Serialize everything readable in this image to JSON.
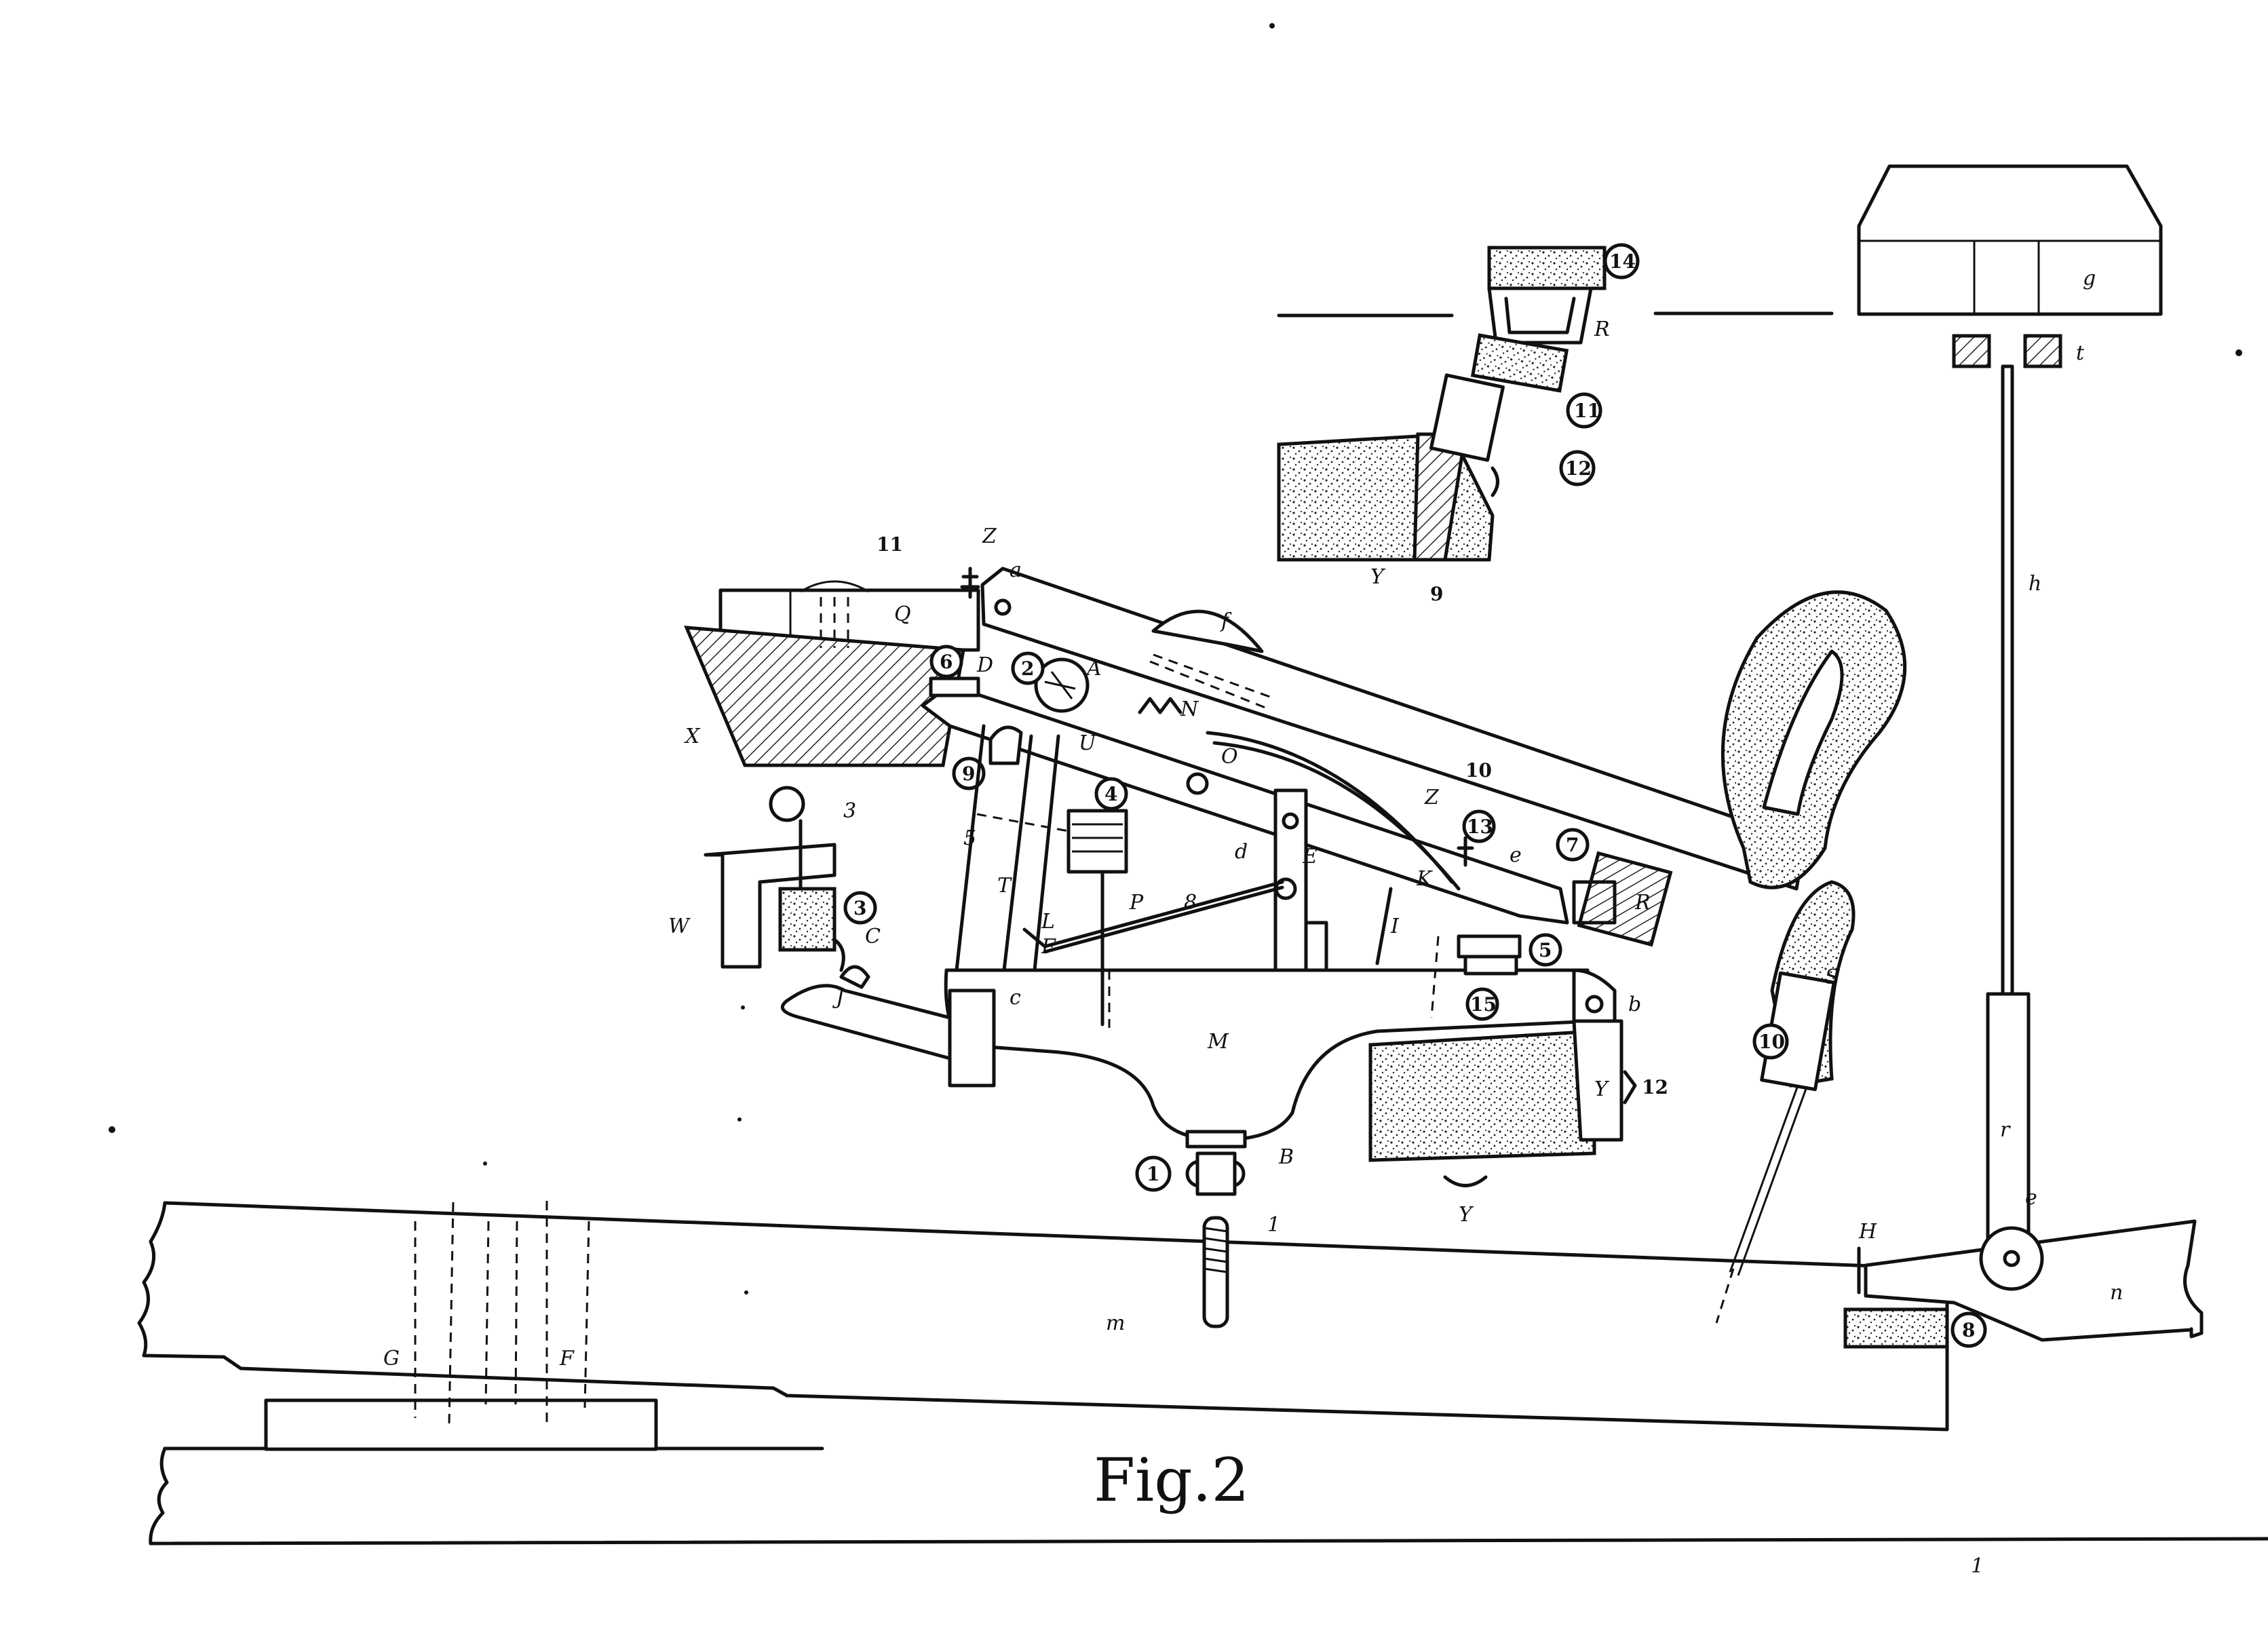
{
  "figure": {
    "caption": "Fig.2"
  },
  "labels": {
    "Z_top": "Z",
    "a": "a",
    "eleven_q": "11",
    "Q": "Q",
    "X": "X",
    "f": "f",
    "six": "6",
    "D": "D",
    "two": "2",
    "A": "A",
    "N": "N",
    "U": "U",
    "nine": "9",
    "ten": "10",
    "O": "O",
    "Z_mid": "Z",
    "four": "4",
    "five_s": "5",
    "T": "T",
    "three_hook": "3",
    "three_circle": "3",
    "C_upper": "C",
    "W": "W",
    "J": "J",
    "L": "L",
    "F": "F",
    "P": "P",
    "eight": "8",
    "d": "d",
    "E": "E",
    "K": "K",
    "I": "I",
    "thirteen": "13",
    "e_mid": "e",
    "seven": "7",
    "R_mid": "R",
    "five_c": "5",
    "fifteen": "15",
    "b": "b",
    "c": "c",
    "M": "M",
    "Y_block": "Y",
    "Y_under": "Y",
    "twelve_y": "12",
    "one": "1",
    "B": "B",
    "one_screw": "1",
    "S": "S",
    "ten_c": "10",
    "m": "m",
    "G": "G",
    "F_key": "F",
    "H": "H",
    "eight_c": "8",
    "n": "n",
    "e_pivot": "e",
    "r": "r",
    "h": "h",
    "t": "t",
    "g": "g",
    "fourteen": "14",
    "R_inset": "R",
    "eleven_inset": "11",
    "twelve_inset": "12",
    "Y_inset": "Y",
    "nine_inset": "9",
    "page_mark": "1"
  }
}
